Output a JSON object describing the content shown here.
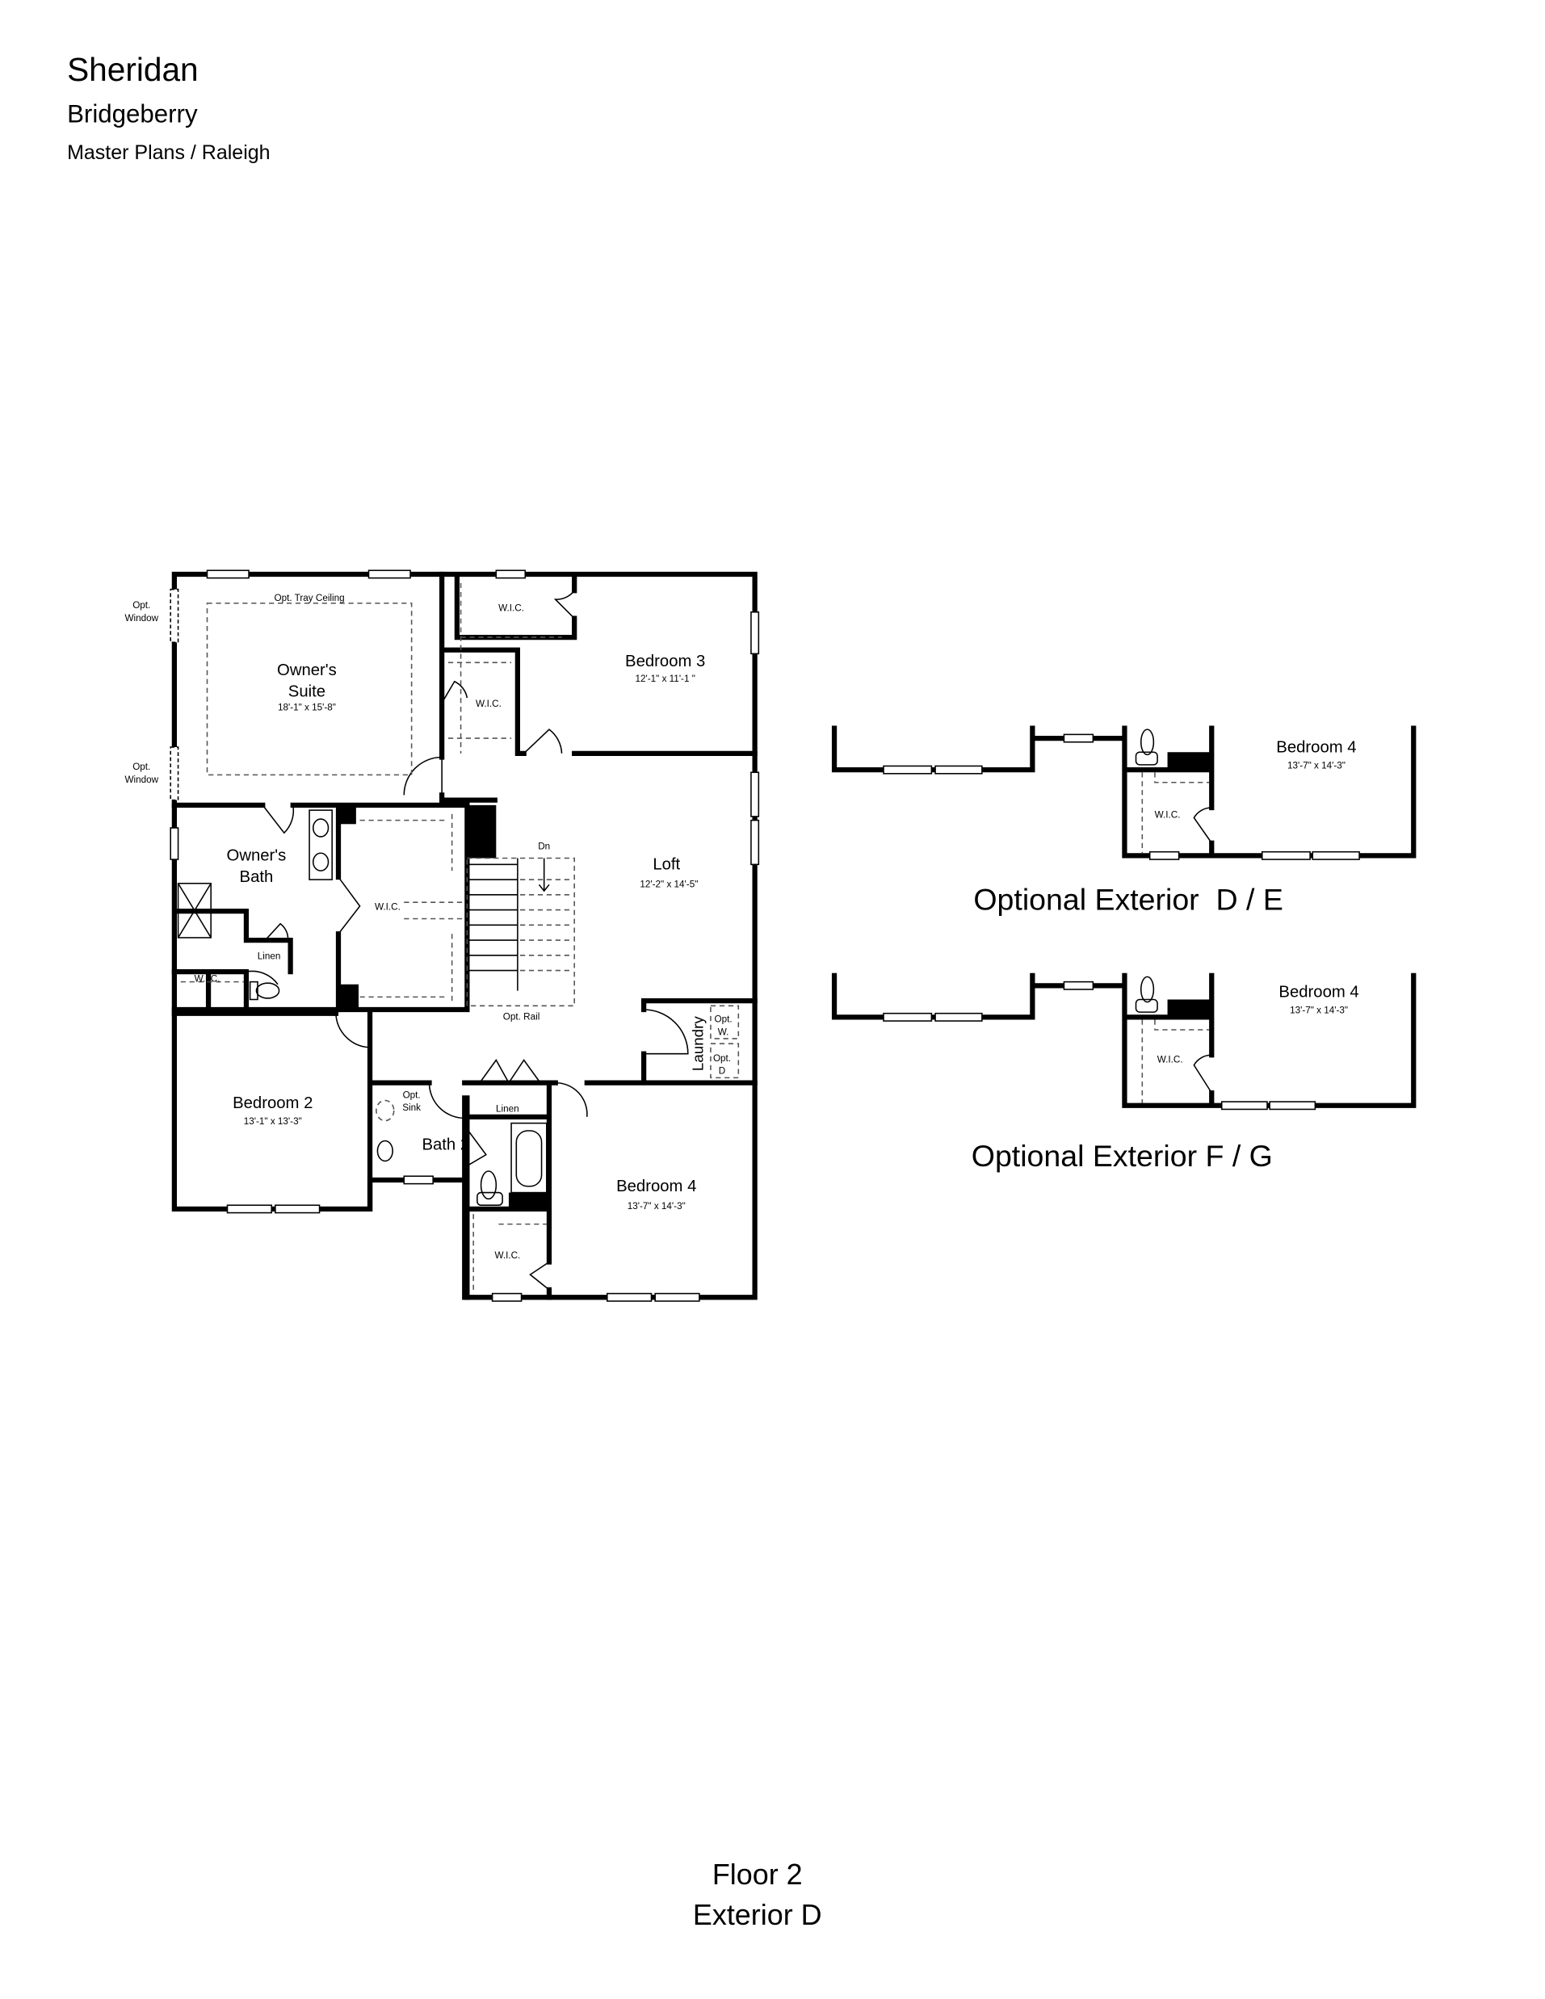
{
  "header": {
    "plan_name": "Sheridan",
    "community": "Bridgeberry",
    "breadcrumb": "Master Plans / Raleigh"
  },
  "footer": {
    "floor": "Floor 2",
    "exterior": "Exterior D"
  },
  "main_plan": {
    "owners_suite": {
      "name_line1": "Owner's",
      "name_line2": "Suite",
      "dims": "18'-1\" x 15'-8\""
    },
    "tray_ceiling": "Opt. Tray Ceiling",
    "opt_window_1": {
      "line1": "Opt.",
      "line2": "Window"
    },
    "opt_window_2": {
      "line1": "Opt.",
      "line2": "Window"
    },
    "bedroom3": {
      "name": "Bedroom 3",
      "dims": "12'-1\" x 11'-1 \""
    },
    "wic_bed3": "W.I.C.",
    "wic_owner_upper": "W.I.C.",
    "owners_bath": {
      "name_line1": "Owner's",
      "name_line2": "Bath"
    },
    "wic_center": "W.I.C.",
    "linen_owner": "Linen",
    "wic_small": "W.I.C.",
    "loft": {
      "name": "Loft",
      "dims": "12'-2\" x 14'-5\""
    },
    "stairs_label": "Dn",
    "opt_rail": "Opt. Rail",
    "laundry": "Laundry",
    "opt_washer": {
      "line1": "Opt.",
      "line2": "W."
    },
    "opt_dryer": {
      "line1": "Opt.",
      "line2": "D"
    },
    "bedroom2": {
      "name": "Bedroom 2",
      "dims": "13'-1\" x 13'-3\""
    },
    "opt_sink": {
      "line1": "Opt.",
      "line2": "Sink"
    },
    "bath2": "Bath 2",
    "linen_hall": "Linen",
    "bedroom4": {
      "name": "Bedroom 4",
      "dims": "13'-7\" x 14'-3\""
    },
    "wic_bed4": "W.I.C."
  },
  "optional_exteriors": [
    {
      "title": "Optional Exterior  D / E",
      "room": "Bedroom 4",
      "dims": "13'-7\" x 14'-3\"",
      "wic": "W.I.C."
    },
    {
      "title": "Optional Exterior F / G",
      "room": "Bedroom 4",
      "dims": "13'-7\" x 14'-3\"",
      "wic": "W.I.C."
    }
  ]
}
